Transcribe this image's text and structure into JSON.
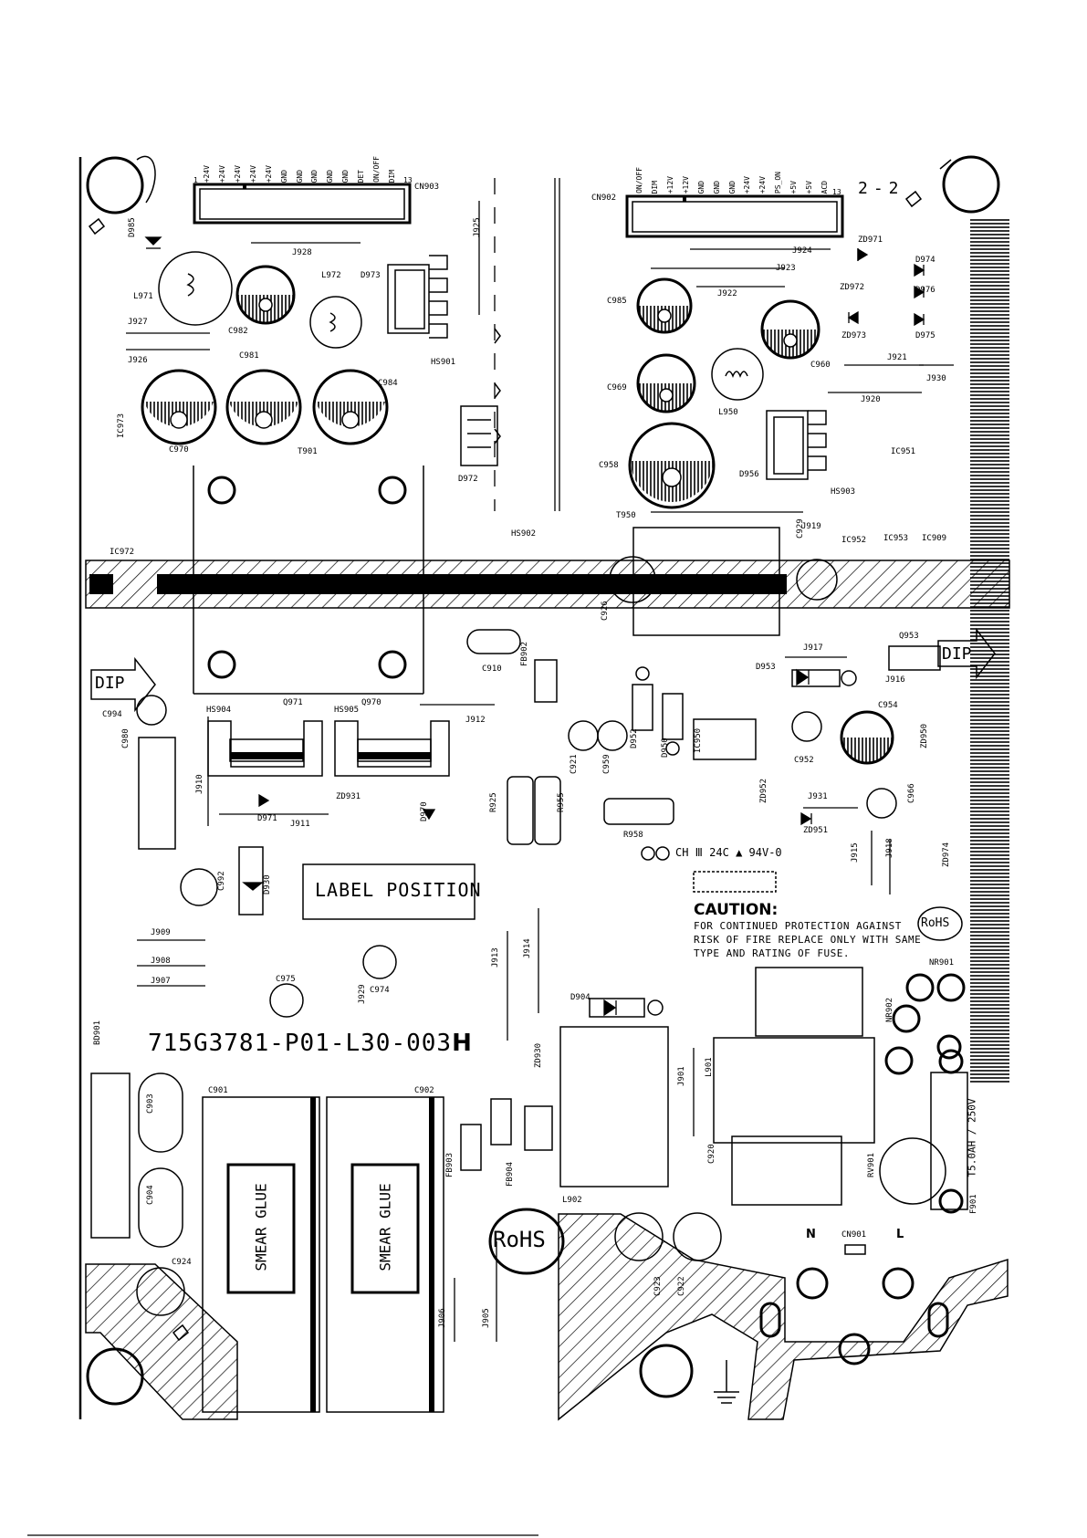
{
  "board": {
    "part_number": "715G3781-P01-L30-003",
    "revision": "H",
    "sheet_ref": "2-2",
    "label_position": "LABEL POSITION",
    "dip_left": "DIP",
    "dip_right": "DIP",
    "rohs": "RoHS",
    "ul_text": "CH Ⅲ 24C ▲ 94V-0",
    "caution_title": "CAUTION:",
    "caution_lines": [
      "FOR CONTINUED PROTECTION AGAINST",
      "RISK OF FIRE REPLACE ONLY WITH SAME",
      "TYPE AND RATING OF FUSE."
    ],
    "smear_glue": "SMEAR GLUE",
    "fuse_rating": "T5.0AH / 250V",
    "cn901_n": "N",
    "cn901_l": "L"
  },
  "connectors": {
    "cn903": {
      "ref": "CN903",
      "pin_first": "1",
      "pin_last": "13",
      "pins": [
        "+24V",
        "+24V",
        "+24V",
        "+24V",
        "+24V",
        "GND",
        "GND",
        "GND",
        "GND",
        "GND",
        "DET",
        "ON/OFF",
        "DIM"
      ]
    },
    "cn902": {
      "ref": "CN902",
      "pin_last": "13",
      "pins": [
        "ON/OFF",
        "DIM",
        "+12V",
        "+12V",
        "GND",
        "GND",
        "GND",
        "+24V",
        "+24V",
        "PS_ON",
        "+5V",
        "+5V",
        "ACD"
      ]
    },
    "cn901": {
      "ref": "CN901"
    }
  },
  "components": [
    {
      "ref": "D985"
    },
    {
      "ref": "L971"
    },
    {
      "ref": "J927"
    },
    {
      "ref": "J926"
    },
    {
      "ref": "J928"
    },
    {
      "ref": "C982"
    },
    {
      "ref": "L972"
    },
    {
      "ref": "D973"
    },
    {
      "ref": "HS901"
    },
    {
      "ref": "J925"
    },
    {
      "ref": "C981"
    },
    {
      "ref": "C984"
    },
    {
      "ref": "C970"
    },
    {
      "ref": "IC973"
    },
    {
      "ref": "T901"
    },
    {
      "ref": "D972"
    },
    {
      "ref": "HS902"
    },
    {
      "ref": "IC972"
    },
    {
      "ref": "J924"
    },
    {
      "ref": "J923"
    },
    {
      "ref": "J922"
    },
    {
      "ref": "ZD971"
    },
    {
      "ref": "D974"
    },
    {
      "ref": "ZD972"
    },
    {
      "ref": "D976"
    },
    {
      "ref": "ZD973"
    },
    {
      "ref": "D975"
    },
    {
      "ref": "C985"
    },
    {
      "ref": "C960"
    },
    {
      "ref": "J921"
    },
    {
      "ref": "J930"
    },
    {
      "ref": "C969"
    },
    {
      "ref": "L950"
    },
    {
      "ref": "J920"
    },
    {
      "ref": "C958"
    },
    {
      "ref": "D956"
    },
    {
      "ref": "IC951"
    },
    {
      "ref": "HS903"
    },
    {
      "ref": "T950"
    },
    {
      "ref": "J919"
    },
    {
      "ref": "C929"
    },
    {
      "ref": "IC952"
    },
    {
      "ref": "IC953"
    },
    {
      "ref": "IC909"
    },
    {
      "ref": "C926"
    },
    {
      "ref": "C910"
    },
    {
      "ref": "FB902"
    },
    {
      "ref": "J917"
    },
    {
      "ref": "Q953"
    },
    {
      "ref": "D953"
    },
    {
      "ref": "J916"
    },
    {
      "ref": "C994"
    },
    {
      "ref": "HS904"
    },
    {
      "ref": "Q971"
    },
    {
      "ref": "HS905"
    },
    {
      "ref": "Q970"
    },
    {
      "ref": "J912"
    },
    {
      "ref": "C954"
    },
    {
      "ref": "C980"
    },
    {
      "ref": "J910"
    },
    {
      "ref": "D971"
    },
    {
      "ref": "ZD931"
    },
    {
      "ref": "J911"
    },
    {
      "ref": "D970"
    },
    {
      "ref": "C921"
    },
    {
      "ref": "C959"
    },
    {
      "ref": "D952"
    },
    {
      "ref": "D950"
    },
    {
      "ref": "IC950"
    },
    {
      "ref": "C952"
    },
    {
      "ref": "ZD950"
    },
    {
      "ref": "R925"
    },
    {
      "ref": "R955"
    },
    {
      "ref": "R958"
    },
    {
      "ref": "ZD952"
    },
    {
      "ref": "J931"
    },
    {
      "ref": "ZD951"
    },
    {
      "ref": "C966"
    },
    {
      "ref": "J915"
    },
    {
      "ref": "J918"
    },
    {
      "ref": "ZD974"
    },
    {
      "ref": "C992"
    },
    {
      "ref": "D930"
    },
    {
      "ref": "J909"
    },
    {
      "ref": "J908"
    },
    {
      "ref": "J907"
    },
    {
      "ref": "C975"
    },
    {
      "ref": "C974"
    },
    {
      "ref": "J929"
    },
    {
      "ref": "J913"
    },
    {
      "ref": "J914"
    },
    {
      "ref": "NR901"
    },
    {
      "ref": "NR902"
    },
    {
      "ref": "D904"
    },
    {
      "ref": "J901"
    },
    {
      "ref": "L901"
    },
    {
      "ref": "BD901"
    },
    {
      "ref": "C901"
    },
    {
      "ref": "C902"
    },
    {
      "ref": "C903"
    },
    {
      "ref": "C904"
    },
    {
      "ref": "FB903"
    },
    {
      "ref": "FB904"
    },
    {
      "ref": "ZD930"
    },
    {
      "ref": "L902"
    },
    {
      "ref": "C920"
    },
    {
      "ref": "RV901"
    },
    {
      "ref": "F901"
    },
    {
      "ref": "C924"
    },
    {
      "ref": "J906"
    },
    {
      "ref": "J905"
    },
    {
      "ref": "C923"
    },
    {
      "ref": "C922"
    }
  ]
}
